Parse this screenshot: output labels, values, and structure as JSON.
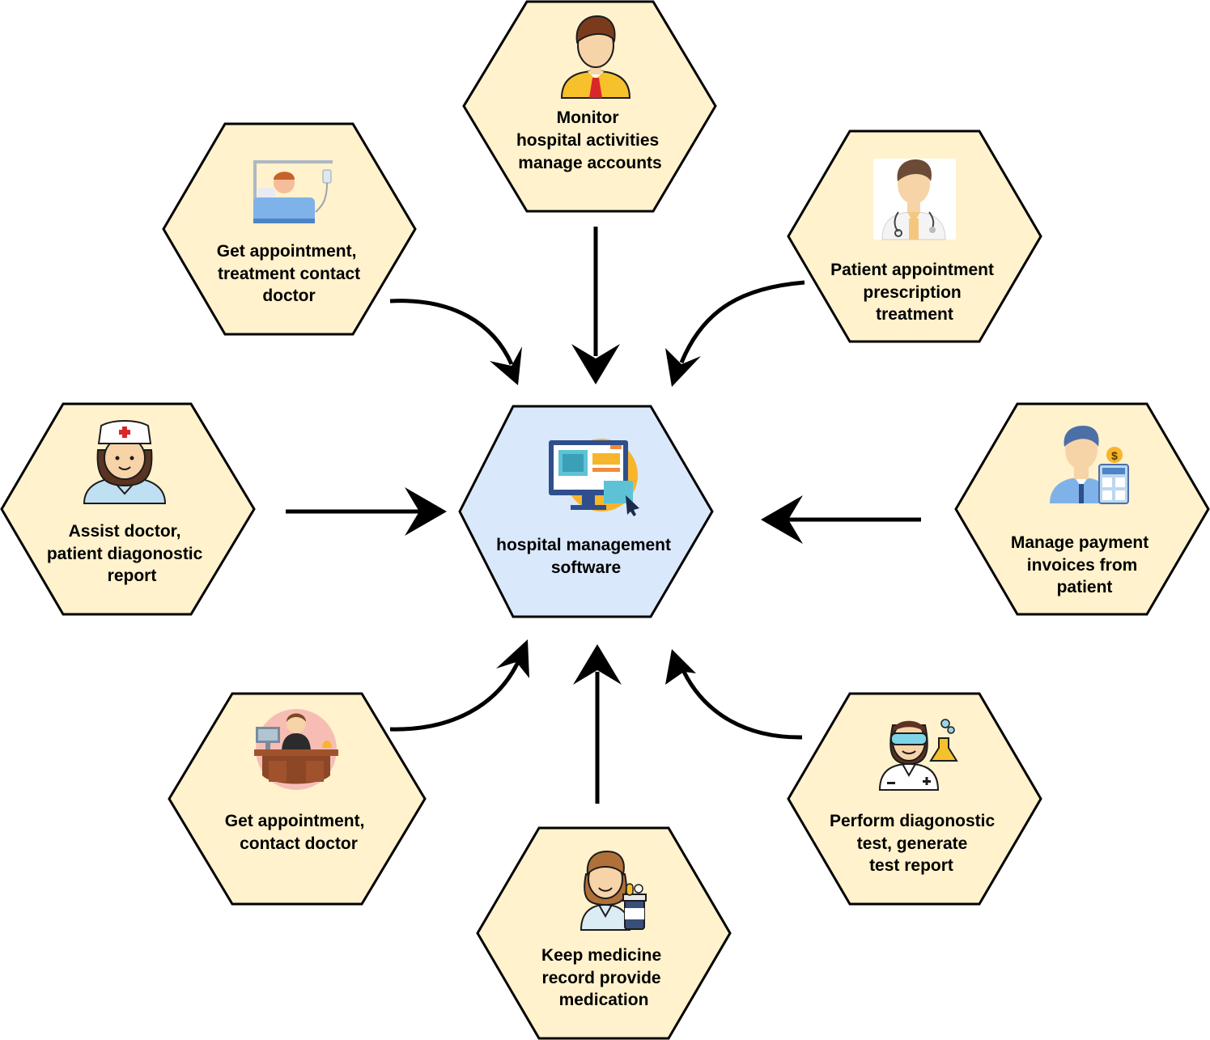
{
  "center": {
    "label_lines": [
      "hospital management",
      "software"
    ],
    "fill": "#dae8fc",
    "icon": "computer-monitor-icon"
  },
  "roles": [
    {
      "id": "admin",
      "icon": "administrator-icon",
      "label_lines": [
        "Monitor",
        "hospital activities",
        "manage accounts"
      ]
    },
    {
      "id": "patient",
      "icon": "patient-in-bed-icon",
      "label_lines": [
        "Get appointment,",
        "treatment contact",
        "doctor"
      ]
    },
    {
      "id": "doctor",
      "icon": "doctor-icon",
      "label_lines": [
        "Patient appointment",
        "prescription",
        "treatment"
      ]
    },
    {
      "id": "nurse",
      "icon": "nurse-icon",
      "label_lines": [
        "Assist doctor,",
        "patient diagonostic",
        "report"
      ]
    },
    {
      "id": "accountant",
      "icon": "accountant-icon",
      "label_lines": [
        "Manage payment",
        "invoices from",
        "patient"
      ]
    },
    {
      "id": "receptionist",
      "icon": "receptionist-icon",
      "label_lines": [
        "Get appointment,",
        "contact doctor"
      ]
    },
    {
      "id": "lab-technician",
      "icon": "lab-technician-icon",
      "label_lines": [
        "Perform diagonostic",
        "test, generate",
        "test report"
      ]
    },
    {
      "id": "pharmacist",
      "icon": "pharmacist-icon",
      "label_lines": [
        "Keep medicine",
        "record provide",
        "medication"
      ]
    }
  ],
  "colors": {
    "role_fill": "#fff2cc",
    "center_fill": "#dae8fc",
    "stroke": "#000000"
  }
}
